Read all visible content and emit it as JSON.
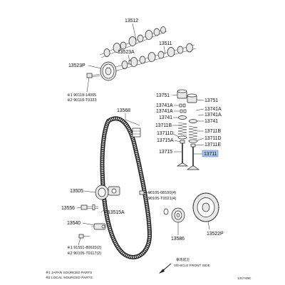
{
  "colors": {
    "line": "#222222",
    "highlight": "#a9c6ec"
  },
  "parts": {
    "camshaft_exhaust": "13512",
    "camshaft_timing_gear_knock_pin": "13523A",
    "camshaft_intake": "13511",
    "camshaft_pulley": "13523P",
    "pulley_bolt_a": "※1 90119-14005",
    "pulley_bolt_b": "※2 90119-T0323",
    "timing_belt": "13568",
    "valve_lifter_a": "13751",
    "valve_lifter_b": "13751",
    "keeper_a": "13741A",
    "keeper_b": "13741A",
    "keeper_c": "13741A",
    "keeper_d": "13741A",
    "shim_a": "13741",
    "shim_b": "13741",
    "spring_a": "13711B",
    "spring_b": "13711B",
    "seat_a": "13711D",
    "seat_b": "13711D",
    "seal_a": "13715A",
    "seal_b": "13711E",
    "valve_exhaust": "13715",
    "valve_intake": "13711",
    "tensioner": "13505",
    "tensioner_bolt_a": "90105-08100(4)",
    "tensioner_bolt_b": "90105-T0021(4)",
    "idler_bolt": "13556",
    "tensioner_spring": "13515A",
    "tensioner_rod": "13540",
    "rod_bolt_a": "※1 91551-80620(2)",
    "rod_bolt_b": "※2 90105-T0117(2)",
    "crank_pulley": "13586",
    "crank_gear": "13522P"
  },
  "legend": {
    "note_1": "※1 JAPAN SOURCED PARTS",
    "note_2": "※2 LOCAL SOURCED PARTS"
  },
  "direction": {
    "label_jp": "車両前方",
    "label_en": "VEHICLE FRONT SIDE"
  },
  "diagram_id": "131748C"
}
